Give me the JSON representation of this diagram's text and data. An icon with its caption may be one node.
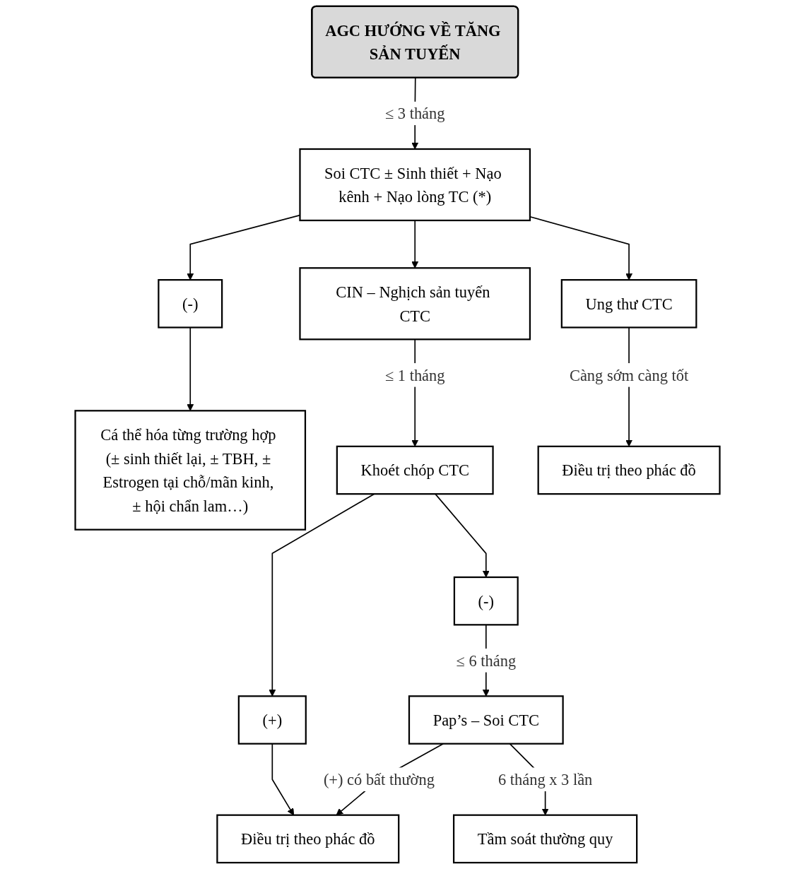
{
  "diagram": {
    "nodes": [
      {
        "text": [
          "AGC HƯỚNG VỀ TĂNG SẢN TUYẾN"
        ]
      },
      {
        "text": [
          "Soi CTC ± Sinh thiết + Nạo kênh + Nạo lòng TC (*)"
        ]
      },
      {
        "text": [
          "(-)"
        ]
      },
      {
        "text": [
          "CIN – Nghịch sản tuyến CTC"
        ]
      },
      {
        "text": [
          "Ung thư CTC"
        ]
      },
      {
        "text": [
          "Cá thể hóa từng trường hợp (± sinh thiết lại, ± TBH, ± Estrogen tại chỗ/mãn kinh, ± hội chẩn lam…)"
        ]
      },
      {
        "text": [
          "Khoét chóp CTC"
        ]
      },
      {
        "text": [
          "Điều trị theo phác đồ"
        ]
      },
      {
        "text": [
          "(-)"
        ]
      },
      {
        "text": [
          "(+)"
        ]
      },
      {
        "text": [
          "Pap’s – Soi CTC"
        ]
      },
      {
        "text": [
          "Điều trị theo phác đồ"
        ]
      },
      {
        "text": [
          "Tầm soát thường quy"
        ]
      }
    ],
    "edges": [
      {
        "from": 0,
        "to": 1,
        "arrow": "to",
        "label": "≤ 3 tháng"
      },
      {
        "from": 1,
        "to": 2,
        "arrow": "to"
      },
      {
        "from": 1,
        "to": 3,
        "arrow": "to"
      },
      {
        "from": 1,
        "to": 4,
        "arrow": "to"
      },
      {
        "from": 2,
        "to": 5,
        "arrow": "to"
      },
      {
        "from": 3,
        "to": 6,
        "arrow": "to",
        "label": "≤ 1 tháng"
      },
      {
        "from": 4,
        "to": 7,
        "arrow": "to",
        "label": "Càng sớm càng tốt"
      },
      {
        "from": 6,
        "to": 8,
        "arrow": "to"
      },
      {
        "from": 6,
        "to": 9,
        "arrow": "to"
      },
      {
        "from": 8,
        "to": 10,
        "arrow": "to",
        "label": "≤ 6 tháng"
      },
      {
        "from": 10,
        "to": 11,
        "arrow": "to",
        "label": "(+) có bất thường"
      },
      {
        "from": 9,
        "to": 11,
        "arrow": "to"
      },
      {
        "from": 10,
        "to": 12,
        "arrow": "to",
        "label": "6 tháng x 3 lần"
      }
    ]
  }
}
